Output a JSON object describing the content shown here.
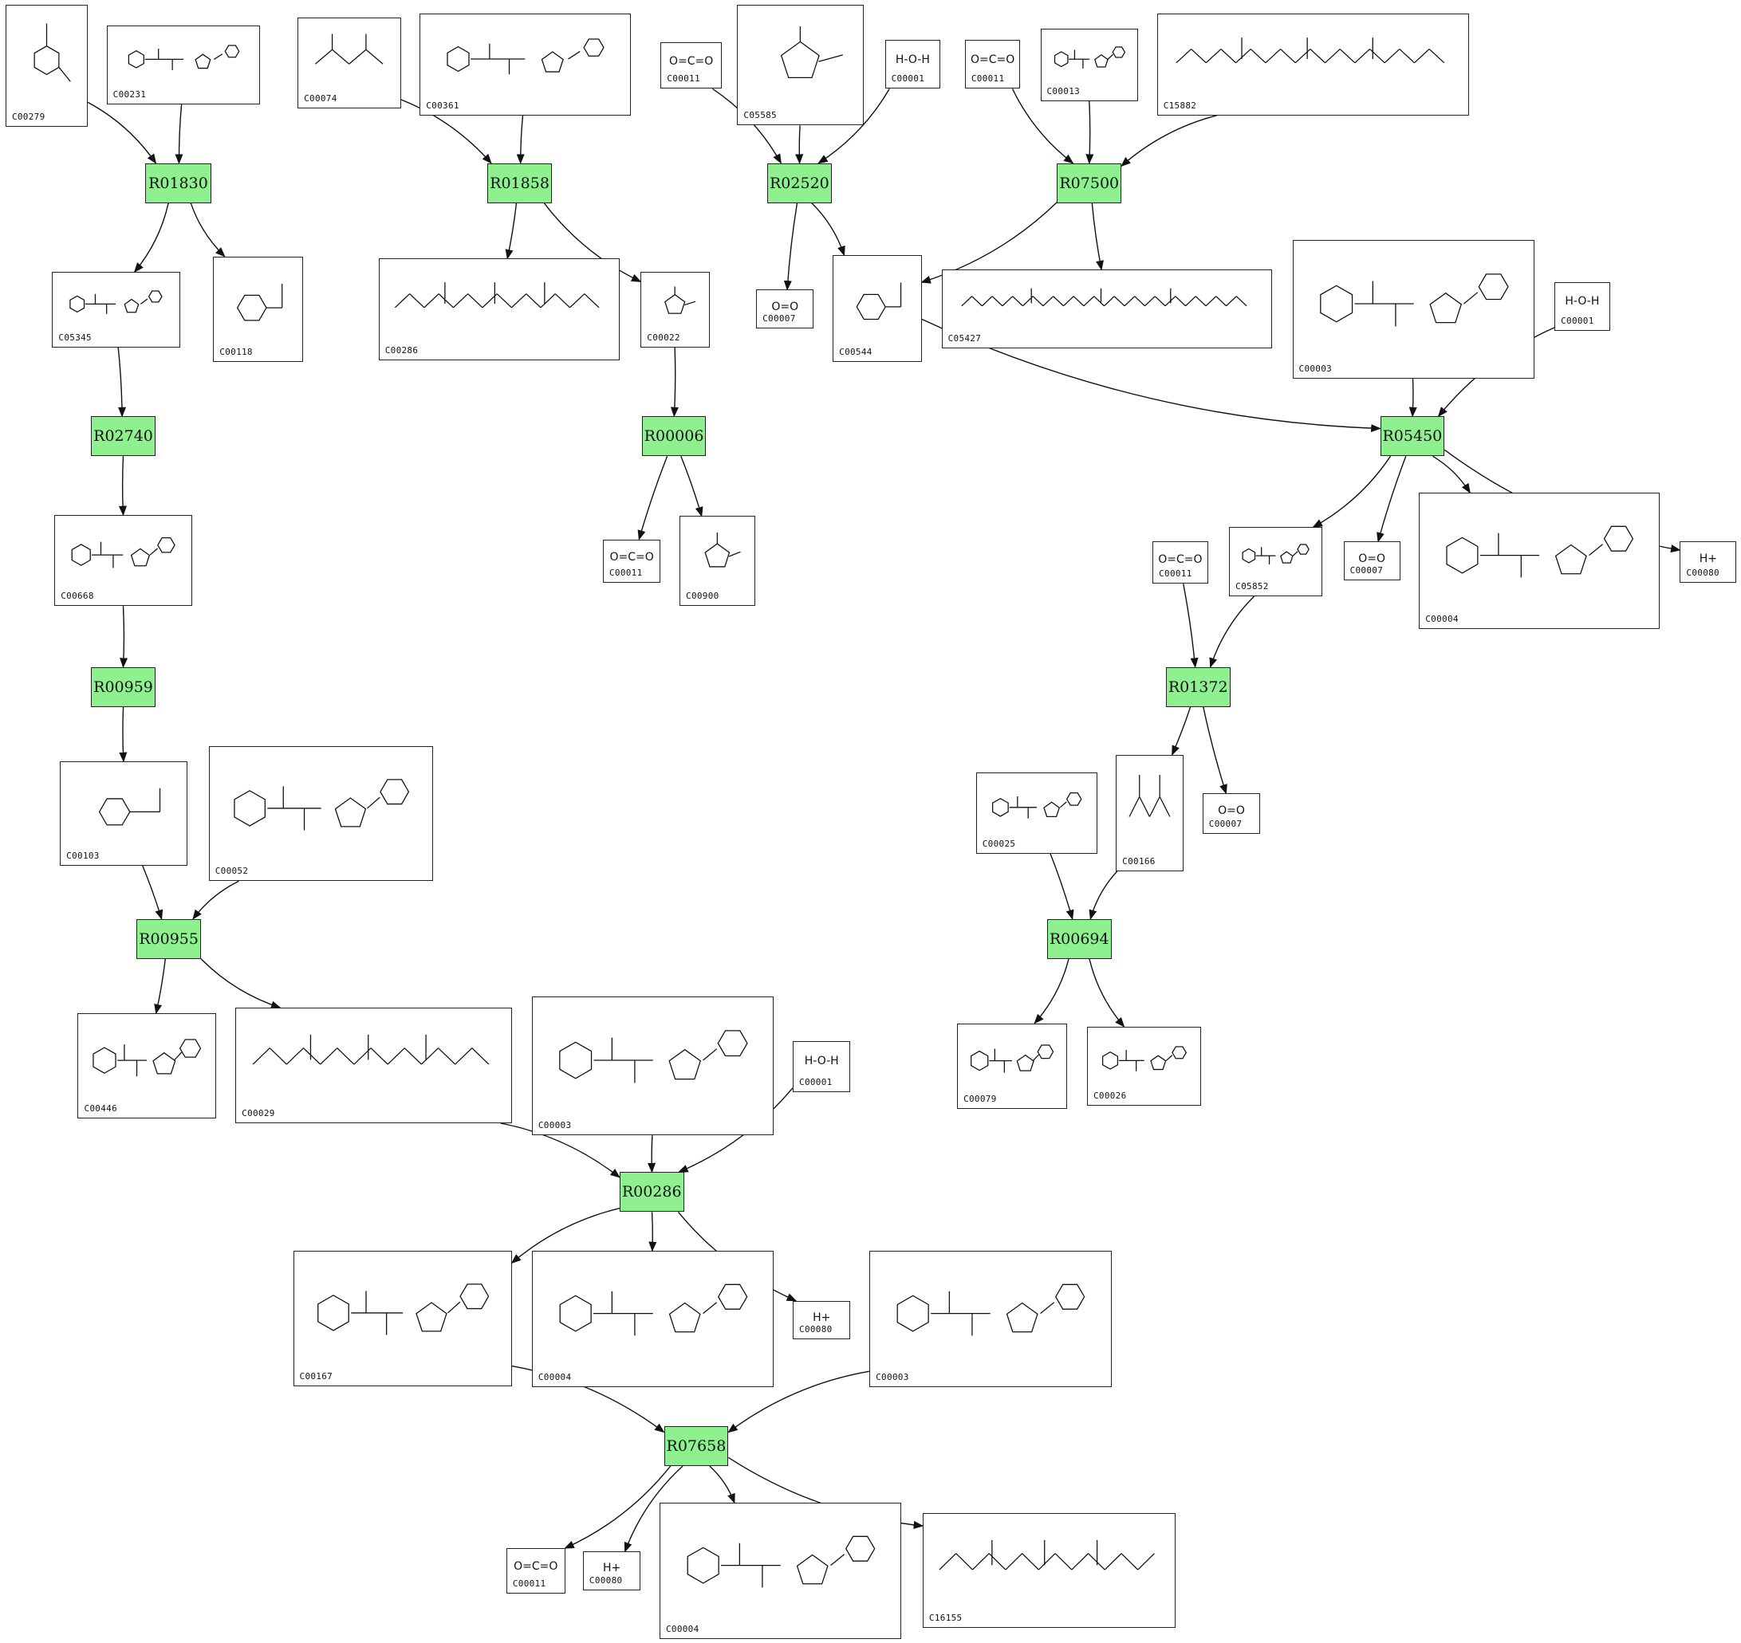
{
  "reactions": [
    {
      "id": "R01830"
    },
    {
      "id": "R01858"
    },
    {
      "id": "R02520"
    },
    {
      "id": "R07500"
    },
    {
      "id": "R02740"
    },
    {
      "id": "R00006"
    },
    {
      "id": "R05450"
    },
    {
      "id": "R00959"
    },
    {
      "id": "R01372"
    },
    {
      "id": "R00955"
    },
    {
      "id": "R00694"
    },
    {
      "id": "R00286"
    },
    {
      "id": "R07658"
    }
  ],
  "compounds": [
    {
      "key": "c00279",
      "id": "C00279"
    },
    {
      "key": "c00231",
      "id": "C00231"
    },
    {
      "key": "c00074",
      "id": "C00074"
    },
    {
      "key": "c00361",
      "id": "C00361"
    },
    {
      "key": "c00011_a",
      "id": "C00011",
      "formula": "O=C=O"
    },
    {
      "key": "c05585",
      "id": "C05585"
    },
    {
      "key": "c00001_a",
      "id": "C00001",
      "formula": "H-O-H"
    },
    {
      "key": "c00011_b",
      "id": "C00011",
      "formula": "O=C=O"
    },
    {
      "key": "c00013",
      "id": "C00013"
    },
    {
      "key": "c15882",
      "id": "C15882"
    },
    {
      "key": "c05345",
      "id": "C05345"
    },
    {
      "key": "c00118",
      "id": "C00118"
    },
    {
      "key": "c00286",
      "id": "C00286"
    },
    {
      "key": "c00022",
      "id": "C00022"
    },
    {
      "key": "c00007_a",
      "id": "C00007",
      "formula": "O=O"
    },
    {
      "key": "c00544",
      "id": "C00544"
    },
    {
      "key": "c05427",
      "id": "C05427"
    },
    {
      "key": "c00003_a",
      "id": "C00003"
    },
    {
      "key": "c00001_b",
      "id": "C00001",
      "formula": "H-O-H"
    },
    {
      "key": "c00668",
      "id": "C00668"
    },
    {
      "key": "c00011_c",
      "id": "C00011",
      "formula": "O=C=O"
    },
    {
      "key": "c00900",
      "id": "C00900"
    },
    {
      "key": "c05852",
      "id": "C05852"
    },
    {
      "key": "c00007_b",
      "id": "C00007",
      "formula": "O=O"
    },
    {
      "key": "c00004_a",
      "id": "C00004"
    },
    {
      "key": "c00080_a",
      "id": "C00080",
      "formula": "H+"
    },
    {
      "key": "c00011_d",
      "id": "C00011",
      "formula": "O=C=O"
    },
    {
      "key": "c00103",
      "id": "C00103"
    },
    {
      "key": "c00052",
      "id": "C00052"
    },
    {
      "key": "c00025",
      "id": "C00025"
    },
    {
      "key": "c00166",
      "id": "C00166"
    },
    {
      "key": "c00007_c",
      "id": "C00007",
      "formula": "O=O"
    },
    {
      "key": "c00446",
      "id": "C00446"
    },
    {
      "key": "c00029",
      "id": "C00029"
    },
    {
      "key": "c00003_b",
      "id": "C00003"
    },
    {
      "key": "c00001_c",
      "id": "C00001",
      "formula": "H-O-H"
    },
    {
      "key": "c00079",
      "id": "C00079"
    },
    {
      "key": "c00026",
      "id": "C00026"
    },
    {
      "key": "c00167",
      "id": "C00167"
    },
    {
      "key": "c00004_b",
      "id": "C00004"
    },
    {
      "key": "c00080_b",
      "id": "C00080",
      "formula": "H+"
    },
    {
      "key": "c00003_c",
      "id": "C00003"
    },
    {
      "key": "c00011_e",
      "id": "C00011",
      "formula": "O=C=O"
    },
    {
      "key": "c00080_c",
      "id": "C00080",
      "formula": "H+"
    },
    {
      "key": "c00004_c",
      "id": "C00004"
    },
    {
      "key": "c16155",
      "id": "C16155"
    }
  ],
  "edges": [
    [
      "c00279",
      "R01830"
    ],
    [
      "c00231",
      "R01830"
    ],
    [
      "R01830",
      "c05345"
    ],
    [
      "R01830",
      "c00118"
    ],
    [
      "c00074",
      "R01858"
    ],
    [
      "c00361",
      "R01858"
    ],
    [
      "R01858",
      "c00286"
    ],
    [
      "R01858",
      "c00022"
    ],
    [
      "c00011_a",
      "R02520"
    ],
    [
      "c05585",
      "R02520"
    ],
    [
      "c00001_a",
      "R02520"
    ],
    [
      "R02520",
      "c00007_a"
    ],
    [
      "R02520",
      "c00544"
    ],
    [
      "c00011_b",
      "R07500"
    ],
    [
      "c00013",
      "R07500"
    ],
    [
      "c15882",
      "R07500"
    ],
    [
      "R07500",
      "c00544"
    ],
    [
      "R07500",
      "c05427"
    ],
    [
      "c05345",
      "R02740"
    ],
    [
      "R02740",
      "c00668"
    ],
    [
      "c00022",
      "R00006"
    ],
    [
      "R00006",
      "c00011_c"
    ],
    [
      "R00006",
      "c00900"
    ],
    [
      "c00544",
      "R05450"
    ],
    [
      "c00003_a",
      "R05450"
    ],
    [
      "c00001_b",
      "R05450"
    ],
    [
      "R05450",
      "c05852"
    ],
    [
      "R05450",
      "c00007_b"
    ],
    [
      "R05450",
      "c00004_a"
    ],
    [
      "R05450",
      "c00080_a"
    ],
    [
      "c00668",
      "R00959"
    ],
    [
      "R00959",
      "c00103"
    ],
    [
      "c00011_d",
      "R01372"
    ],
    [
      "c05852",
      "R01372"
    ],
    [
      "R01372",
      "c00166"
    ],
    [
      "R01372",
      "c00007_c"
    ],
    [
      "c00103",
      "R00955"
    ],
    [
      "c00052",
      "R00955"
    ],
    [
      "R00955",
      "c00446"
    ],
    [
      "R00955",
      "c00029"
    ],
    [
      "c00025",
      "R00694"
    ],
    [
      "c00166",
      "R00694"
    ],
    [
      "R00694",
      "c00079"
    ],
    [
      "R00694",
      "c00026"
    ],
    [
      "c00029",
      "R00286"
    ],
    [
      "c00003_b",
      "R00286"
    ],
    [
      "c00001_c",
      "R00286"
    ],
    [
      "R00286",
      "c00167"
    ],
    [
      "R00286",
      "c00004_b"
    ],
    [
      "R00286",
      "c00080_b"
    ],
    [
      "c00167",
      "R07658"
    ],
    [
      "c00003_c",
      "R07658"
    ],
    [
      "R07658",
      "c00011_e"
    ],
    [
      "R07658",
      "c00080_c"
    ],
    [
      "R07658",
      "c00004_c"
    ],
    [
      "R07658",
      "c16155"
    ]
  ]
}
